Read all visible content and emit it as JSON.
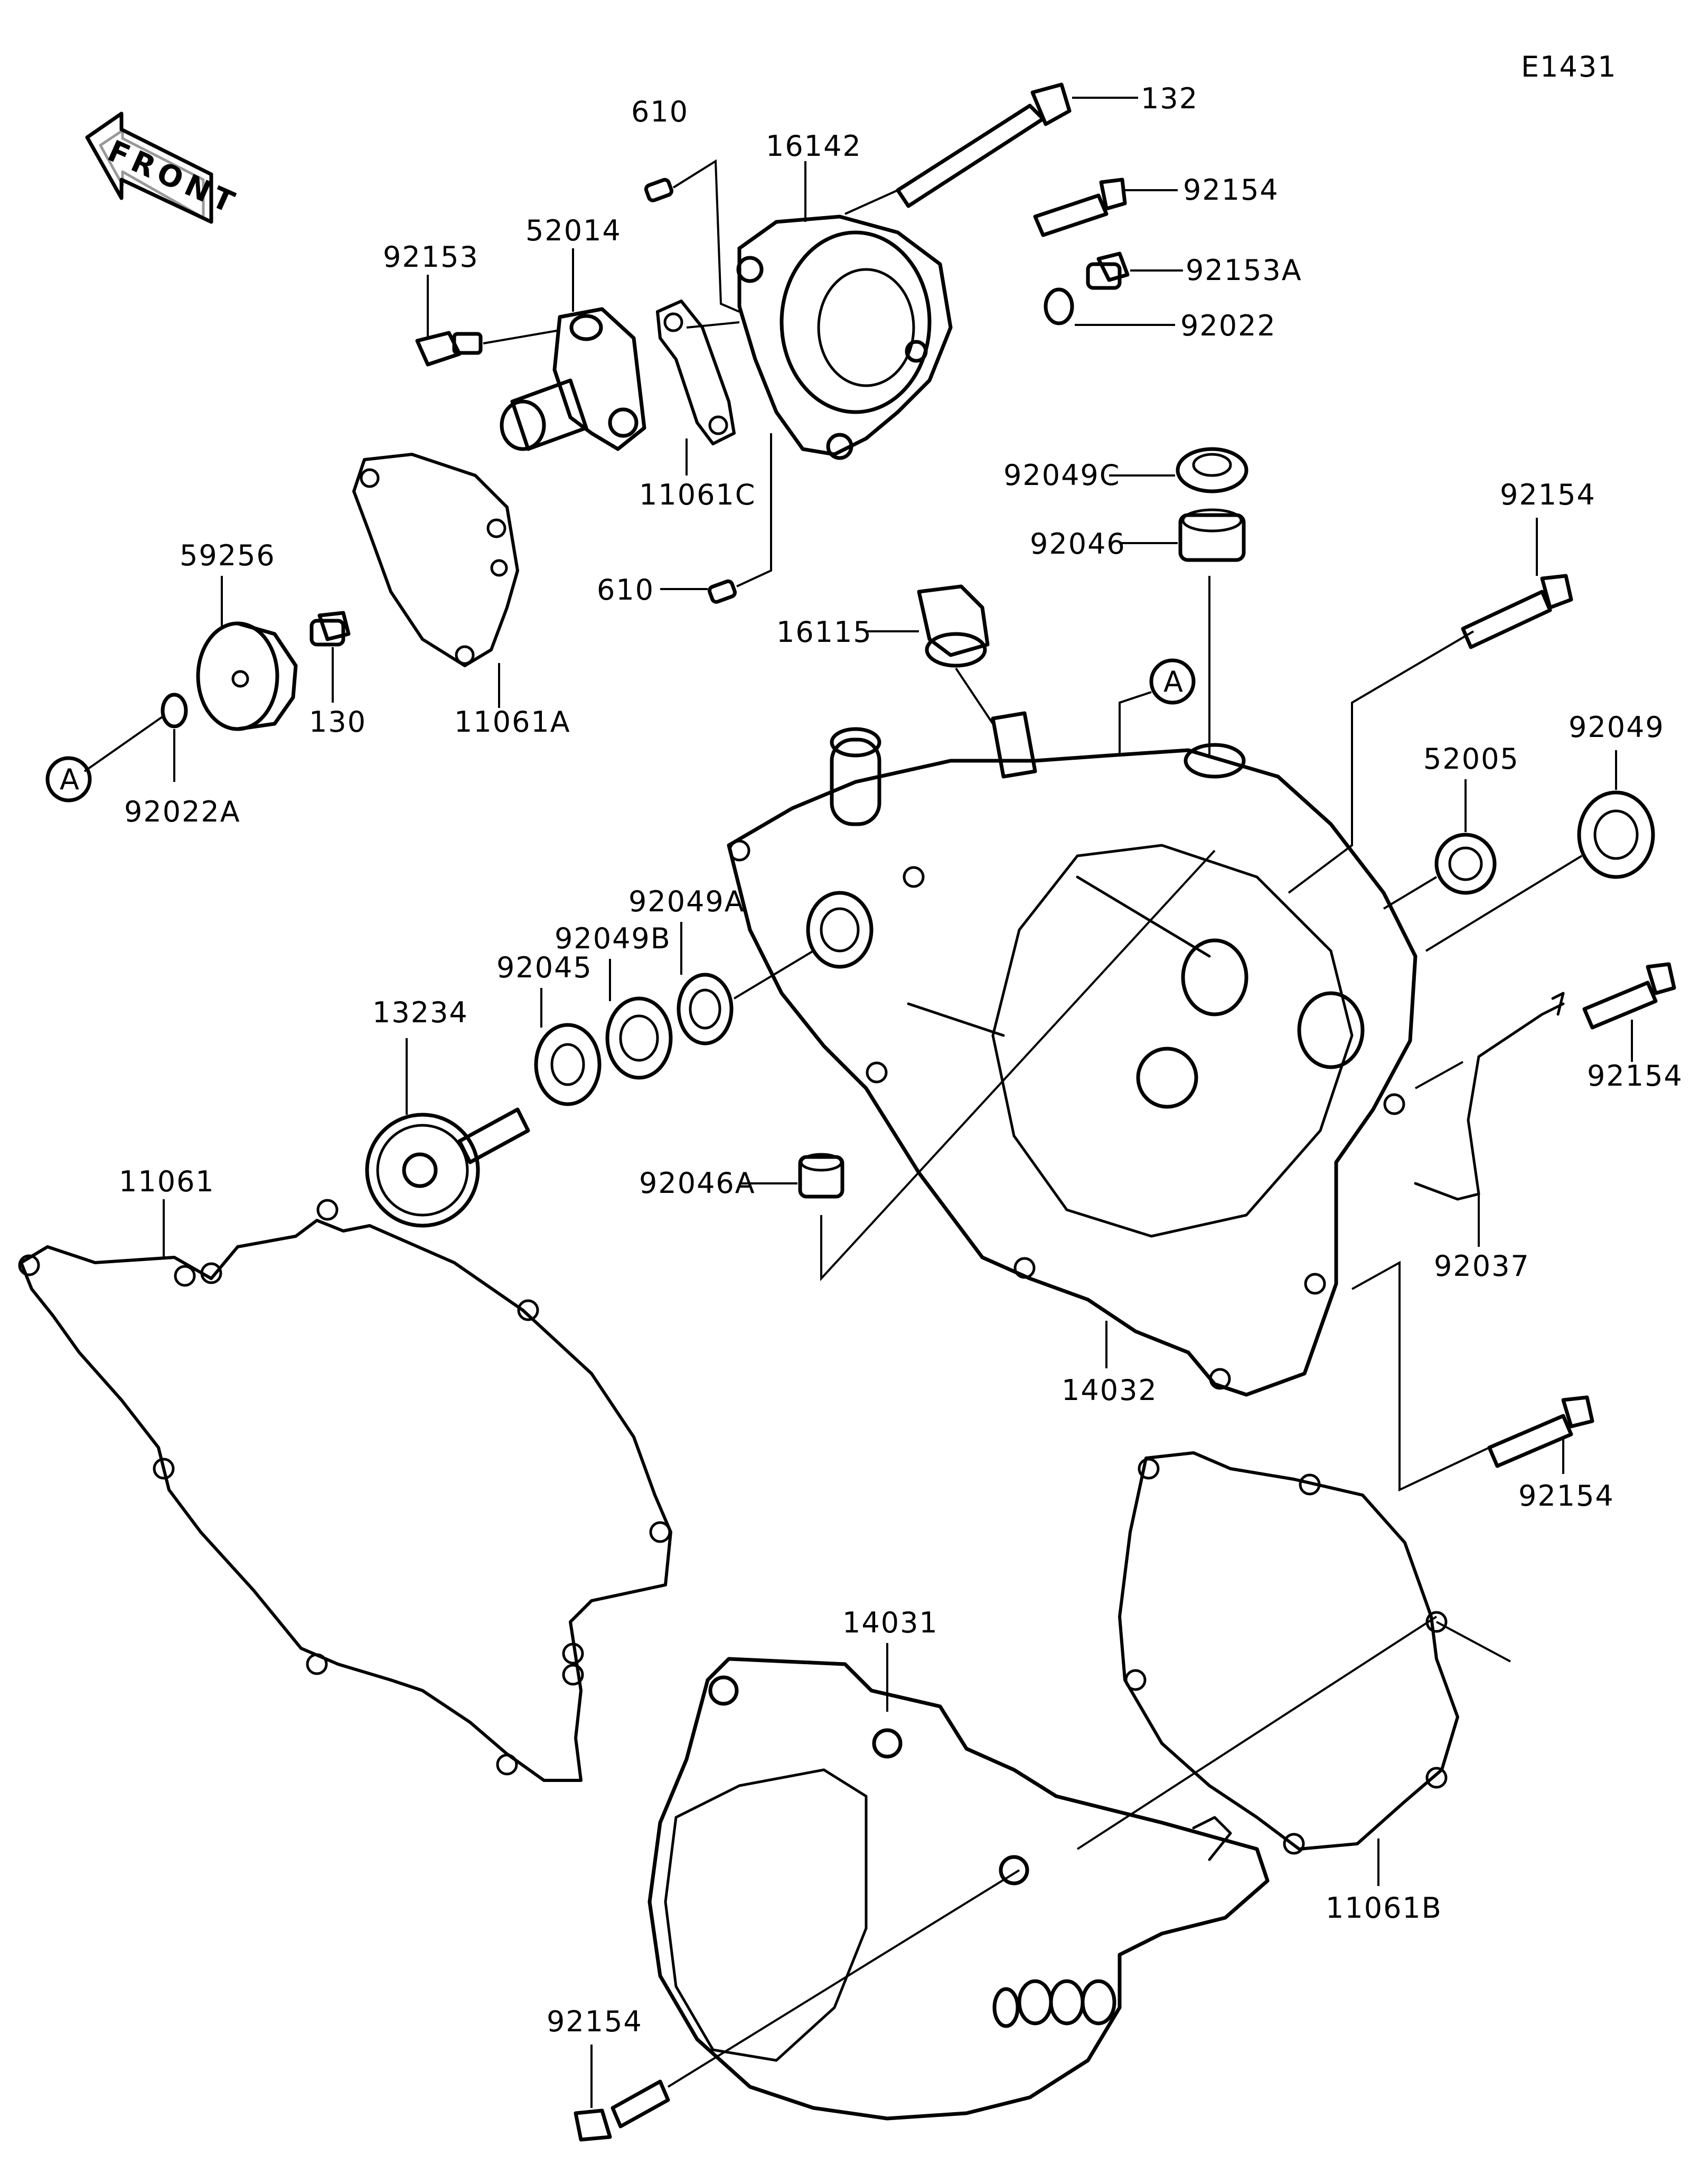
{
  "diagram_id": "E1431",
  "front_label": "FRONT",
  "ref_marker": "A",
  "parts": {
    "p132": "132",
    "p92154_top": "92154",
    "p92153A": "92153A",
    "p92022": "92022",
    "p610_top": "610",
    "p16142": "16142",
    "p92153": "92153",
    "p52014": "52014",
    "p11061C": "11061C",
    "p610_bottom": "610",
    "p92049C": "92049C",
    "p92046": "92046",
    "p92154_right": "92154",
    "p16115": "16115",
    "p59256": "59256",
    "p130": "130",
    "p11061A": "11061A",
    "p92022A": "92022A",
    "p52005": "52005",
    "p92049": "92049",
    "p92049A": "92049A",
    "p92049B": "92049B",
    "p92045": "92045",
    "p13234": "13234",
    "p92154_mid": "92154",
    "p11061": "11061",
    "p92046A": "92046A",
    "p92037": "92037",
    "p14032": "14032",
    "p92154_lower": "92154",
    "p14031": "14031",
    "p11061B": "11061B",
    "p92154_bottom": "92154"
  }
}
